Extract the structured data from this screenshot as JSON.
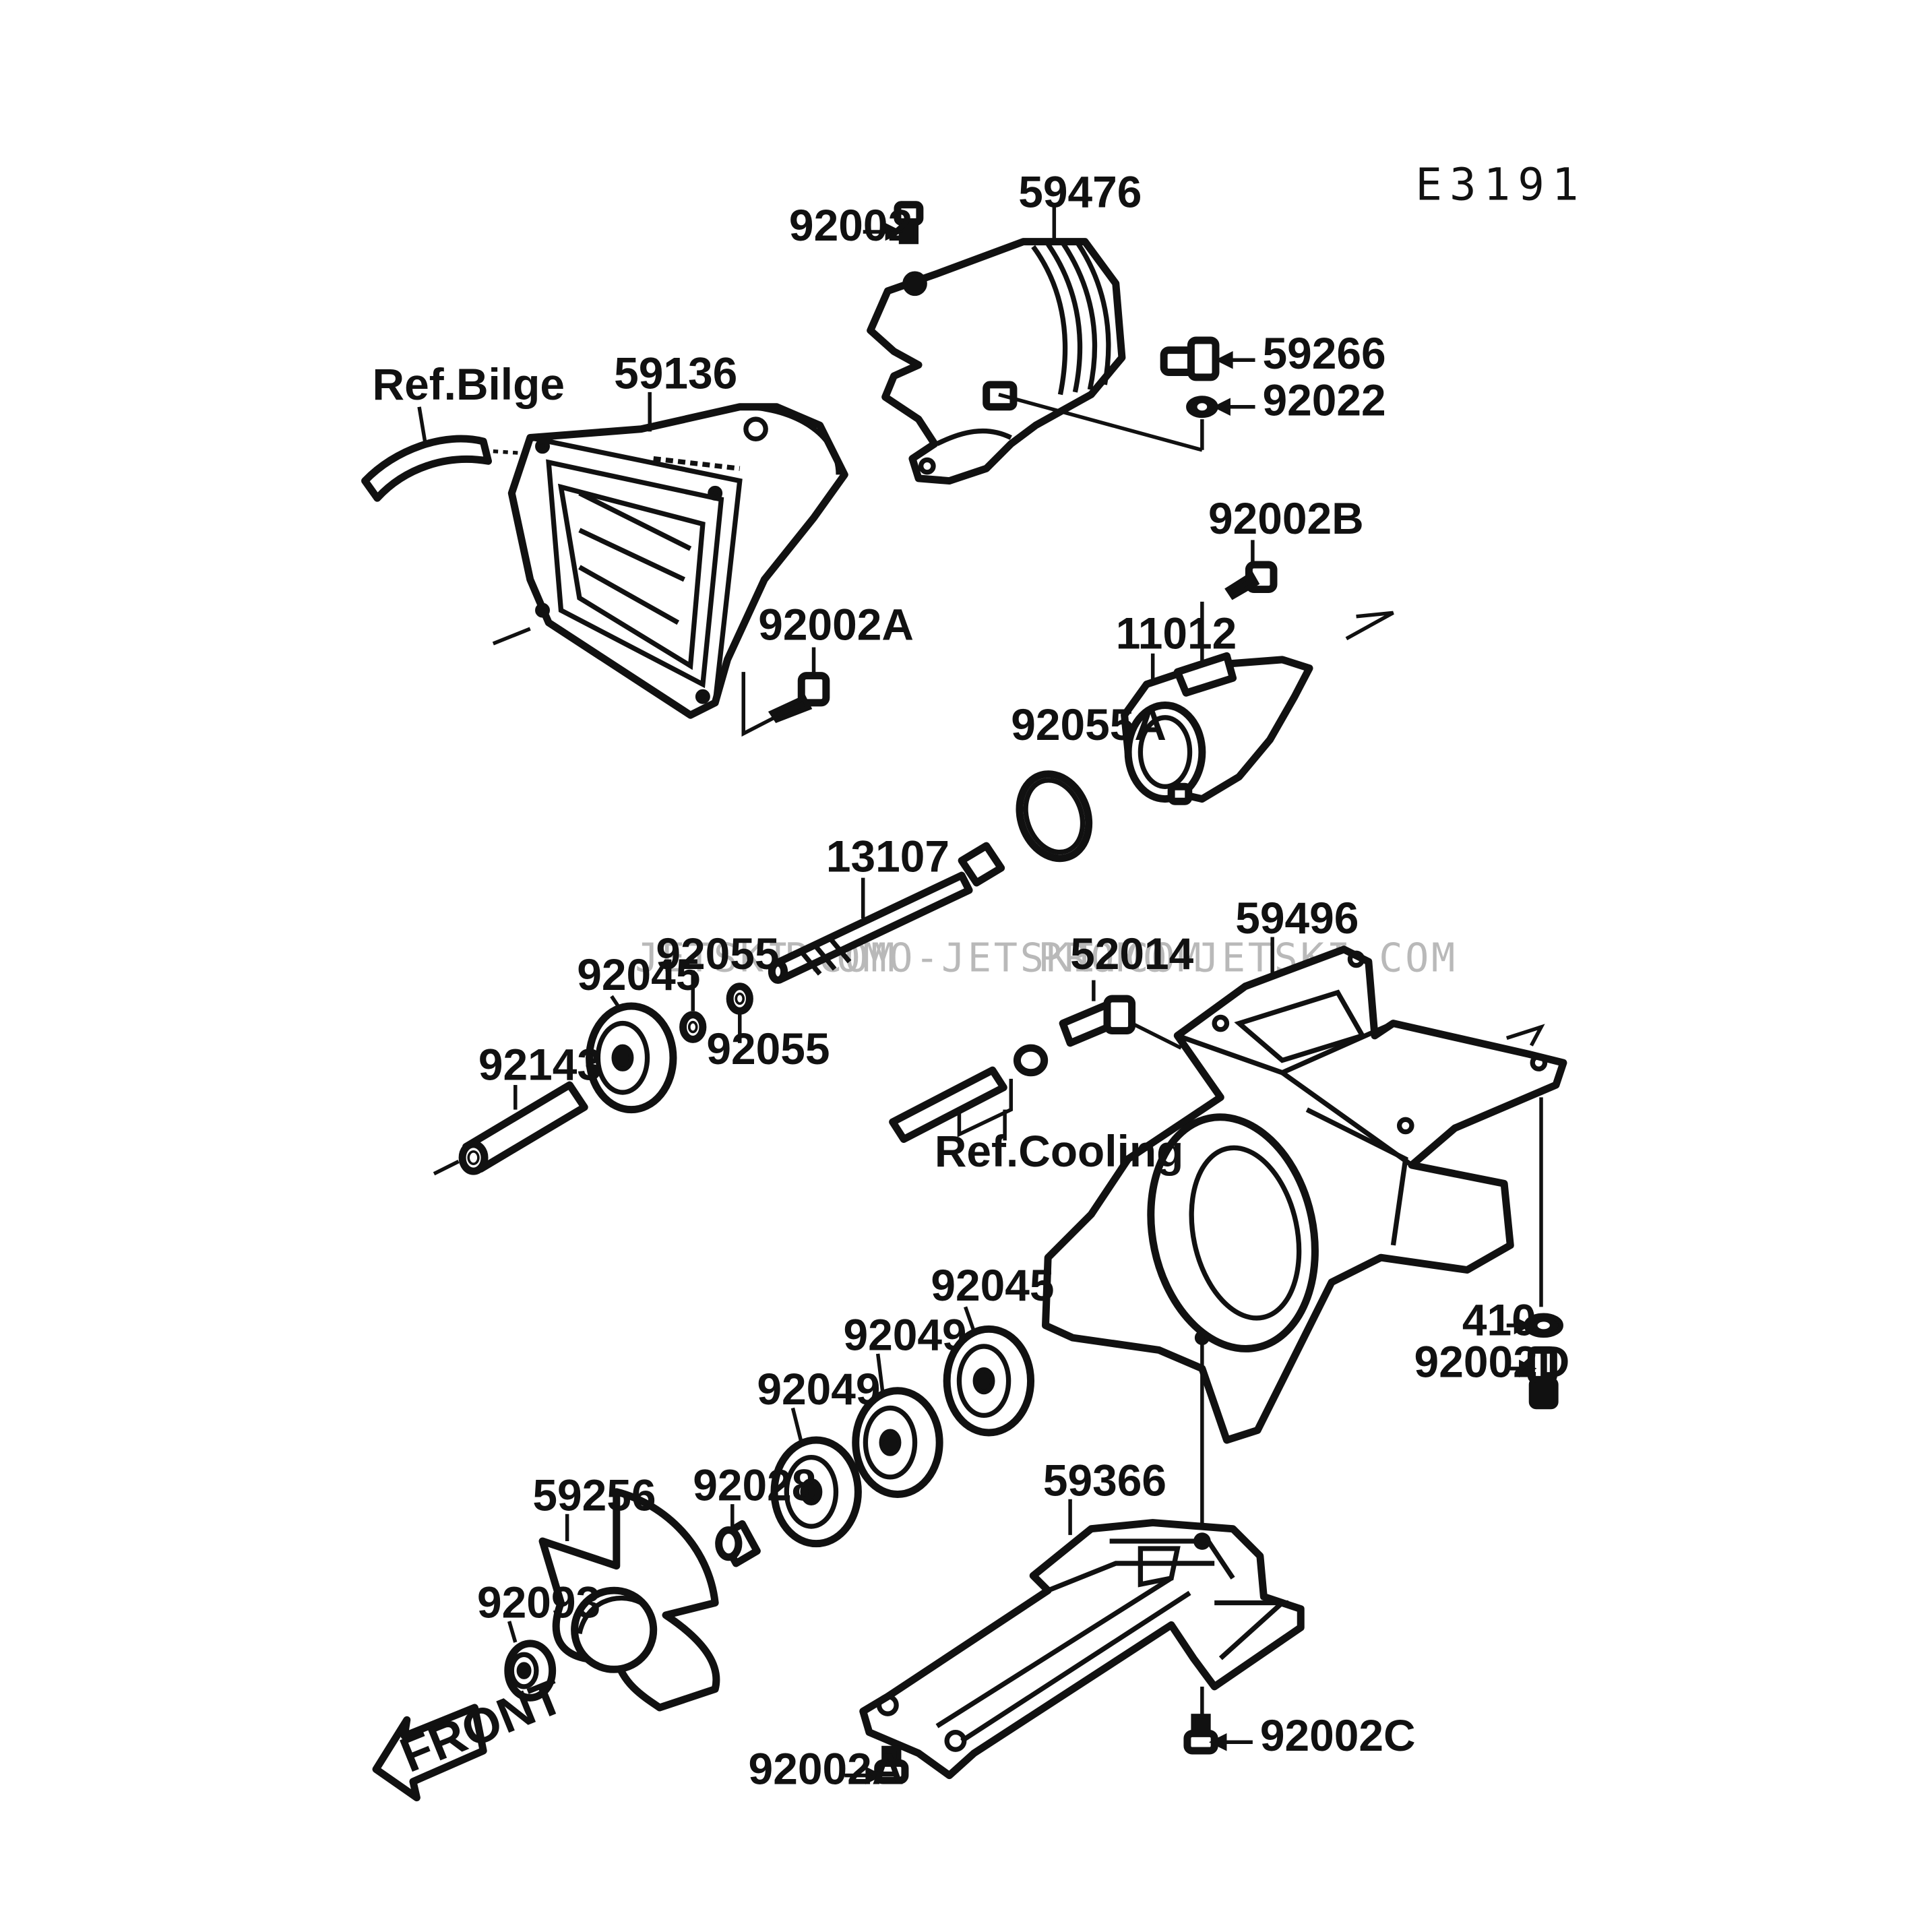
{
  "diagram_code": "E3191",
  "watermarks": [
    "JETSKI.COM",
    "PROMO-JETSKI.COM",
    "PROMO-JETSKI.COM"
  ],
  "front_label": "FRONT",
  "references": {
    "bilge": "Ref.Bilge",
    "cooling": "Ref.Cooling"
  },
  "parts": [
    {
      "id": "p92002",
      "label": "92002"
    },
    {
      "id": "p59476",
      "label": "59476"
    },
    {
      "id": "p59266",
      "label": "59266"
    },
    {
      "id": "p92022",
      "label": "92022"
    },
    {
      "id": "p59136",
      "label": "59136"
    },
    {
      "id": "p92002B",
      "label": "92002B"
    },
    {
      "id": "p11012",
      "label": "11012"
    },
    {
      "id": "p92002A_top",
      "label": "92002A"
    },
    {
      "id": "p92055A",
      "label": "92055A"
    },
    {
      "id": "p13107",
      "label": "13107"
    },
    {
      "id": "p59496",
      "label": "59496"
    },
    {
      "id": "p92055_a",
      "label": "92055"
    },
    {
      "id": "p52014",
      "label": "52014"
    },
    {
      "id": "p92045_a",
      "label": "92045"
    },
    {
      "id": "p92055_b",
      "label": "92055"
    },
    {
      "id": "p92143",
      "label": "92143"
    },
    {
      "id": "p92045_b",
      "label": "92045"
    },
    {
      "id": "p410",
      "label": "410"
    },
    {
      "id": "p92049_a",
      "label": "92049"
    },
    {
      "id": "p92002D",
      "label": "92002D"
    },
    {
      "id": "p92049_b",
      "label": "92049"
    },
    {
      "id": "p59256",
      "label": "59256"
    },
    {
      "id": "p92028",
      "label": "92028"
    },
    {
      "id": "p59366",
      "label": "59366"
    },
    {
      "id": "p92093",
      "label": "92093"
    },
    {
      "id": "p92002C",
      "label": "92002C"
    },
    {
      "id": "p92002A_bottom",
      "label": "92002A"
    }
  ]
}
